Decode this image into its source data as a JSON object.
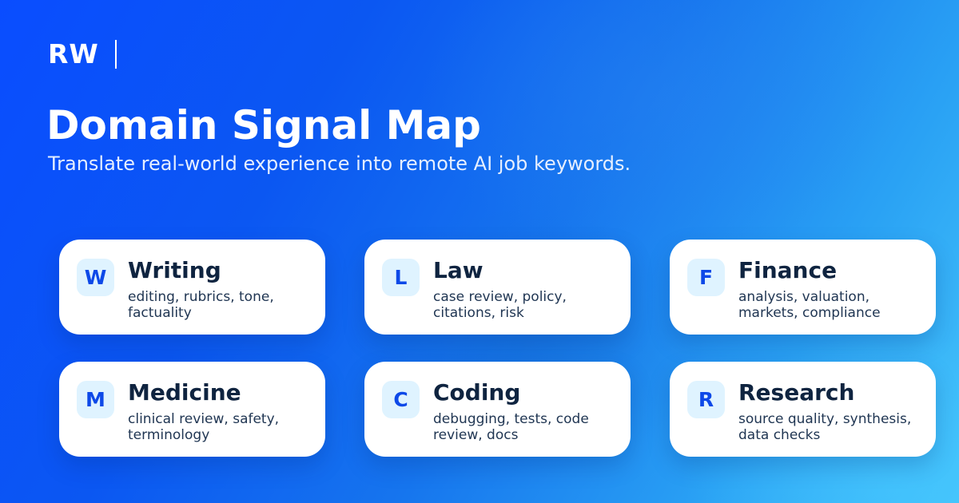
{
  "logo": {
    "text": "RW"
  },
  "header": {
    "title": "Domain Signal Map",
    "subtitle": "Translate real-world experience into remote AI job keywords."
  },
  "cards": [
    {
      "badge": "W",
      "title": "Writing",
      "description": "editing, rubrics, tone, factuality"
    },
    {
      "badge": "L",
      "title": "Law",
      "description": "case review, policy, citations, risk"
    },
    {
      "badge": "F",
      "title": "Finance",
      "description": "analysis, valuation, markets, compliance"
    },
    {
      "badge": "M",
      "title": "Medicine",
      "description": "clinical review, safety, terminology"
    },
    {
      "badge": "C",
      "title": "Coding",
      "description": "debugging, tests, code review, docs"
    },
    {
      "badge": "R",
      "title": "Research",
      "description": "source quality, synthesis, data checks"
    }
  ],
  "colors": {
    "accent": "#0d49e8",
    "badge_bg": "#dff3ff",
    "card_bg": "#ffffff",
    "text_dark": "#0f2440"
  }
}
